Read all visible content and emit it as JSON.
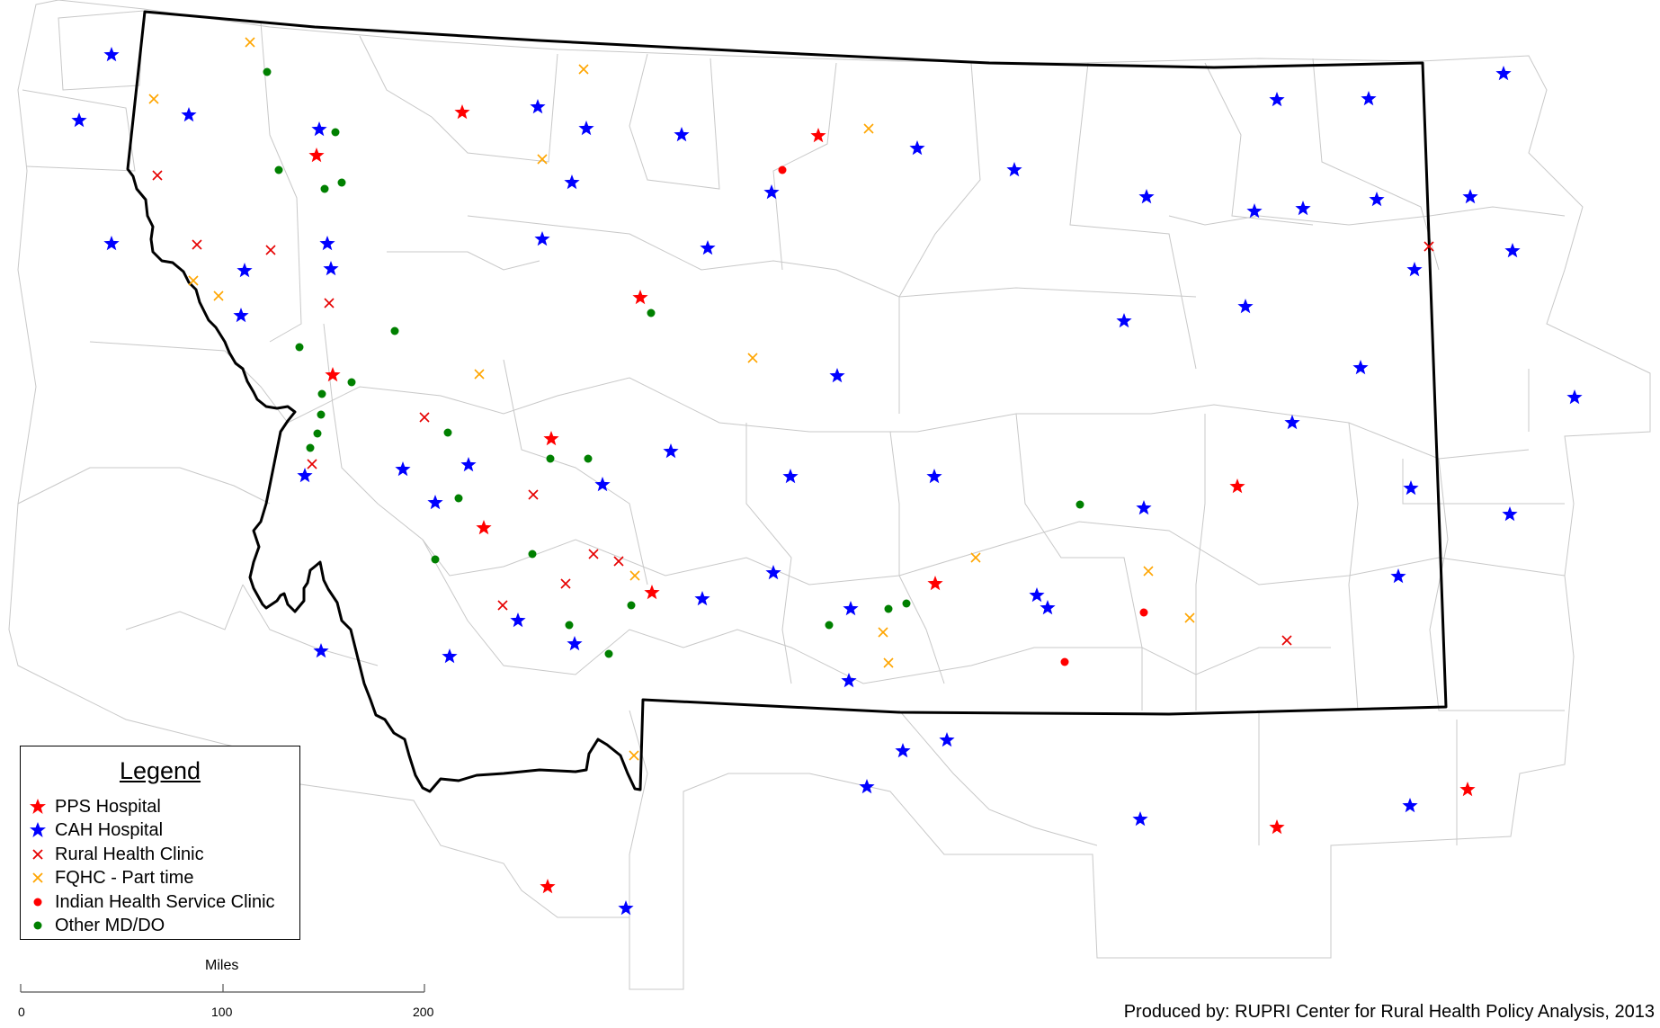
{
  "legend": {
    "title": "Legend",
    "items": [
      {
        "label": "PPS Hospital",
        "symbol": "star",
        "color": "#ff0000"
      },
      {
        "label": "CAH Hospital",
        "symbol": "star",
        "color": "#0000ff"
      },
      {
        "label": "Rural Health Clinic",
        "symbol": "x",
        "color": "#e60000"
      },
      {
        "label": "FQHC - Part time",
        "symbol": "x",
        "color": "#ffa500"
      },
      {
        "label": "Indian Health Service Clinic",
        "symbol": "dot",
        "color": "#ff0000"
      },
      {
        "label": "Other MD/DO",
        "symbol": "dot",
        "color": "#008000"
      }
    ]
  },
  "scale": {
    "title": "Miles",
    "ticks": [
      "0",
      "100",
      "200"
    ]
  },
  "credit": "Produced by: RUPRI Center for Rural Health Policy Analysis, 2013"
}
